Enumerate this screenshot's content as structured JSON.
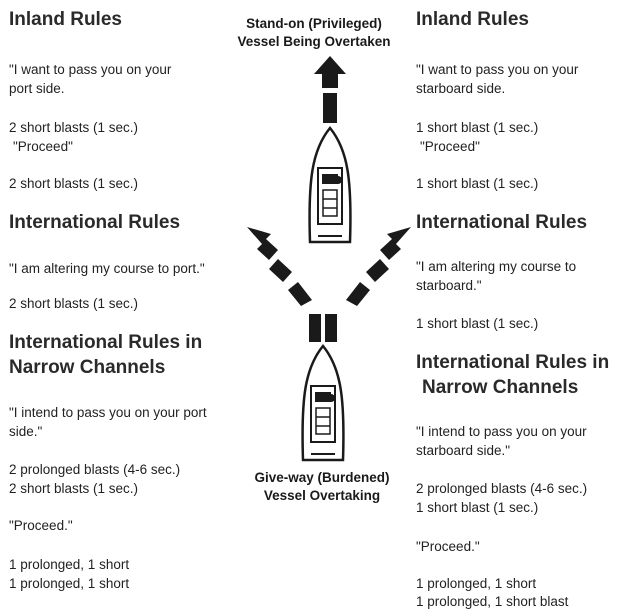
{
  "left": {
    "inland_heading": "Inland Rules",
    "inland_quote_1": "\"I want to pass you on your",
    "inland_quote_2": "port side.",
    "inland_signal": "2 short blasts (1 sec.)",
    "inland_reply": "\"Proceed\"",
    "inland_answer": "2 short blasts (1 sec.)",
    "intl_heading": "International Rules",
    "intl_quote": "\"I am altering my course to port.\"",
    "intl_signal": "2 short blasts (1 sec.)",
    "narrow_heading_1": "International  Rules  in",
    "narrow_heading_2": "Narrow Channels",
    "narrow_quote_1": "\"I intend to pass you on your port",
    "narrow_quote_2": "side.\"",
    "narrow_signal_1": "2 prolonged blasts (4-6 sec.)",
    "narrow_signal_2": "2 short blasts (1 sec.)",
    "narrow_reply": "\"Proceed.\"",
    "narrow_answer_1": "1 prolonged, 1 short",
    "narrow_answer_2": "1 prolonged, 1 short"
  },
  "right": {
    "inland_heading": "Inland Rules",
    "inland_quote_1": "\"I want to pass you on your",
    "inland_quote_2": "starboard side.",
    "inland_signal": "1 short blast (1 sec.)",
    "inland_reply": "\"Proceed\"",
    "inland_answer": "1 short blast (1 sec.)",
    "intl_heading": "International Rules",
    "intl_quote_1": "\"I am altering my course to",
    "intl_quote_2": "starboard.\"",
    "intl_signal": "1 short blast (1 sec.)",
    "narrow_heading_1": "International Rules in",
    "narrow_heading_2": "Narrow Channels",
    "narrow_quote_1": "\"I intend to pass you on your",
    "narrow_quote_2": "starboard side.\"",
    "narrow_signal_1": "2 prolonged blasts (4-6 sec.)",
    "narrow_signal_2": "1 short blast (1 sec.)",
    "narrow_reply": "\"Proceed.\"",
    "narrow_answer_1": "1 prolonged, 1 short",
    "narrow_answer_2": "1 prolonged, 1 short blast"
  },
  "center": {
    "top_caption_1": "Stand-on (Privileged)",
    "top_caption_2": "Vessel Being Overtaken",
    "bottom_caption_1": "Give-way (Burdened)",
    "bottom_caption_2": "Vessel  Overtaking"
  },
  "colors": {
    "ink": "#1a1a1a",
    "background": "#ffffff"
  }
}
